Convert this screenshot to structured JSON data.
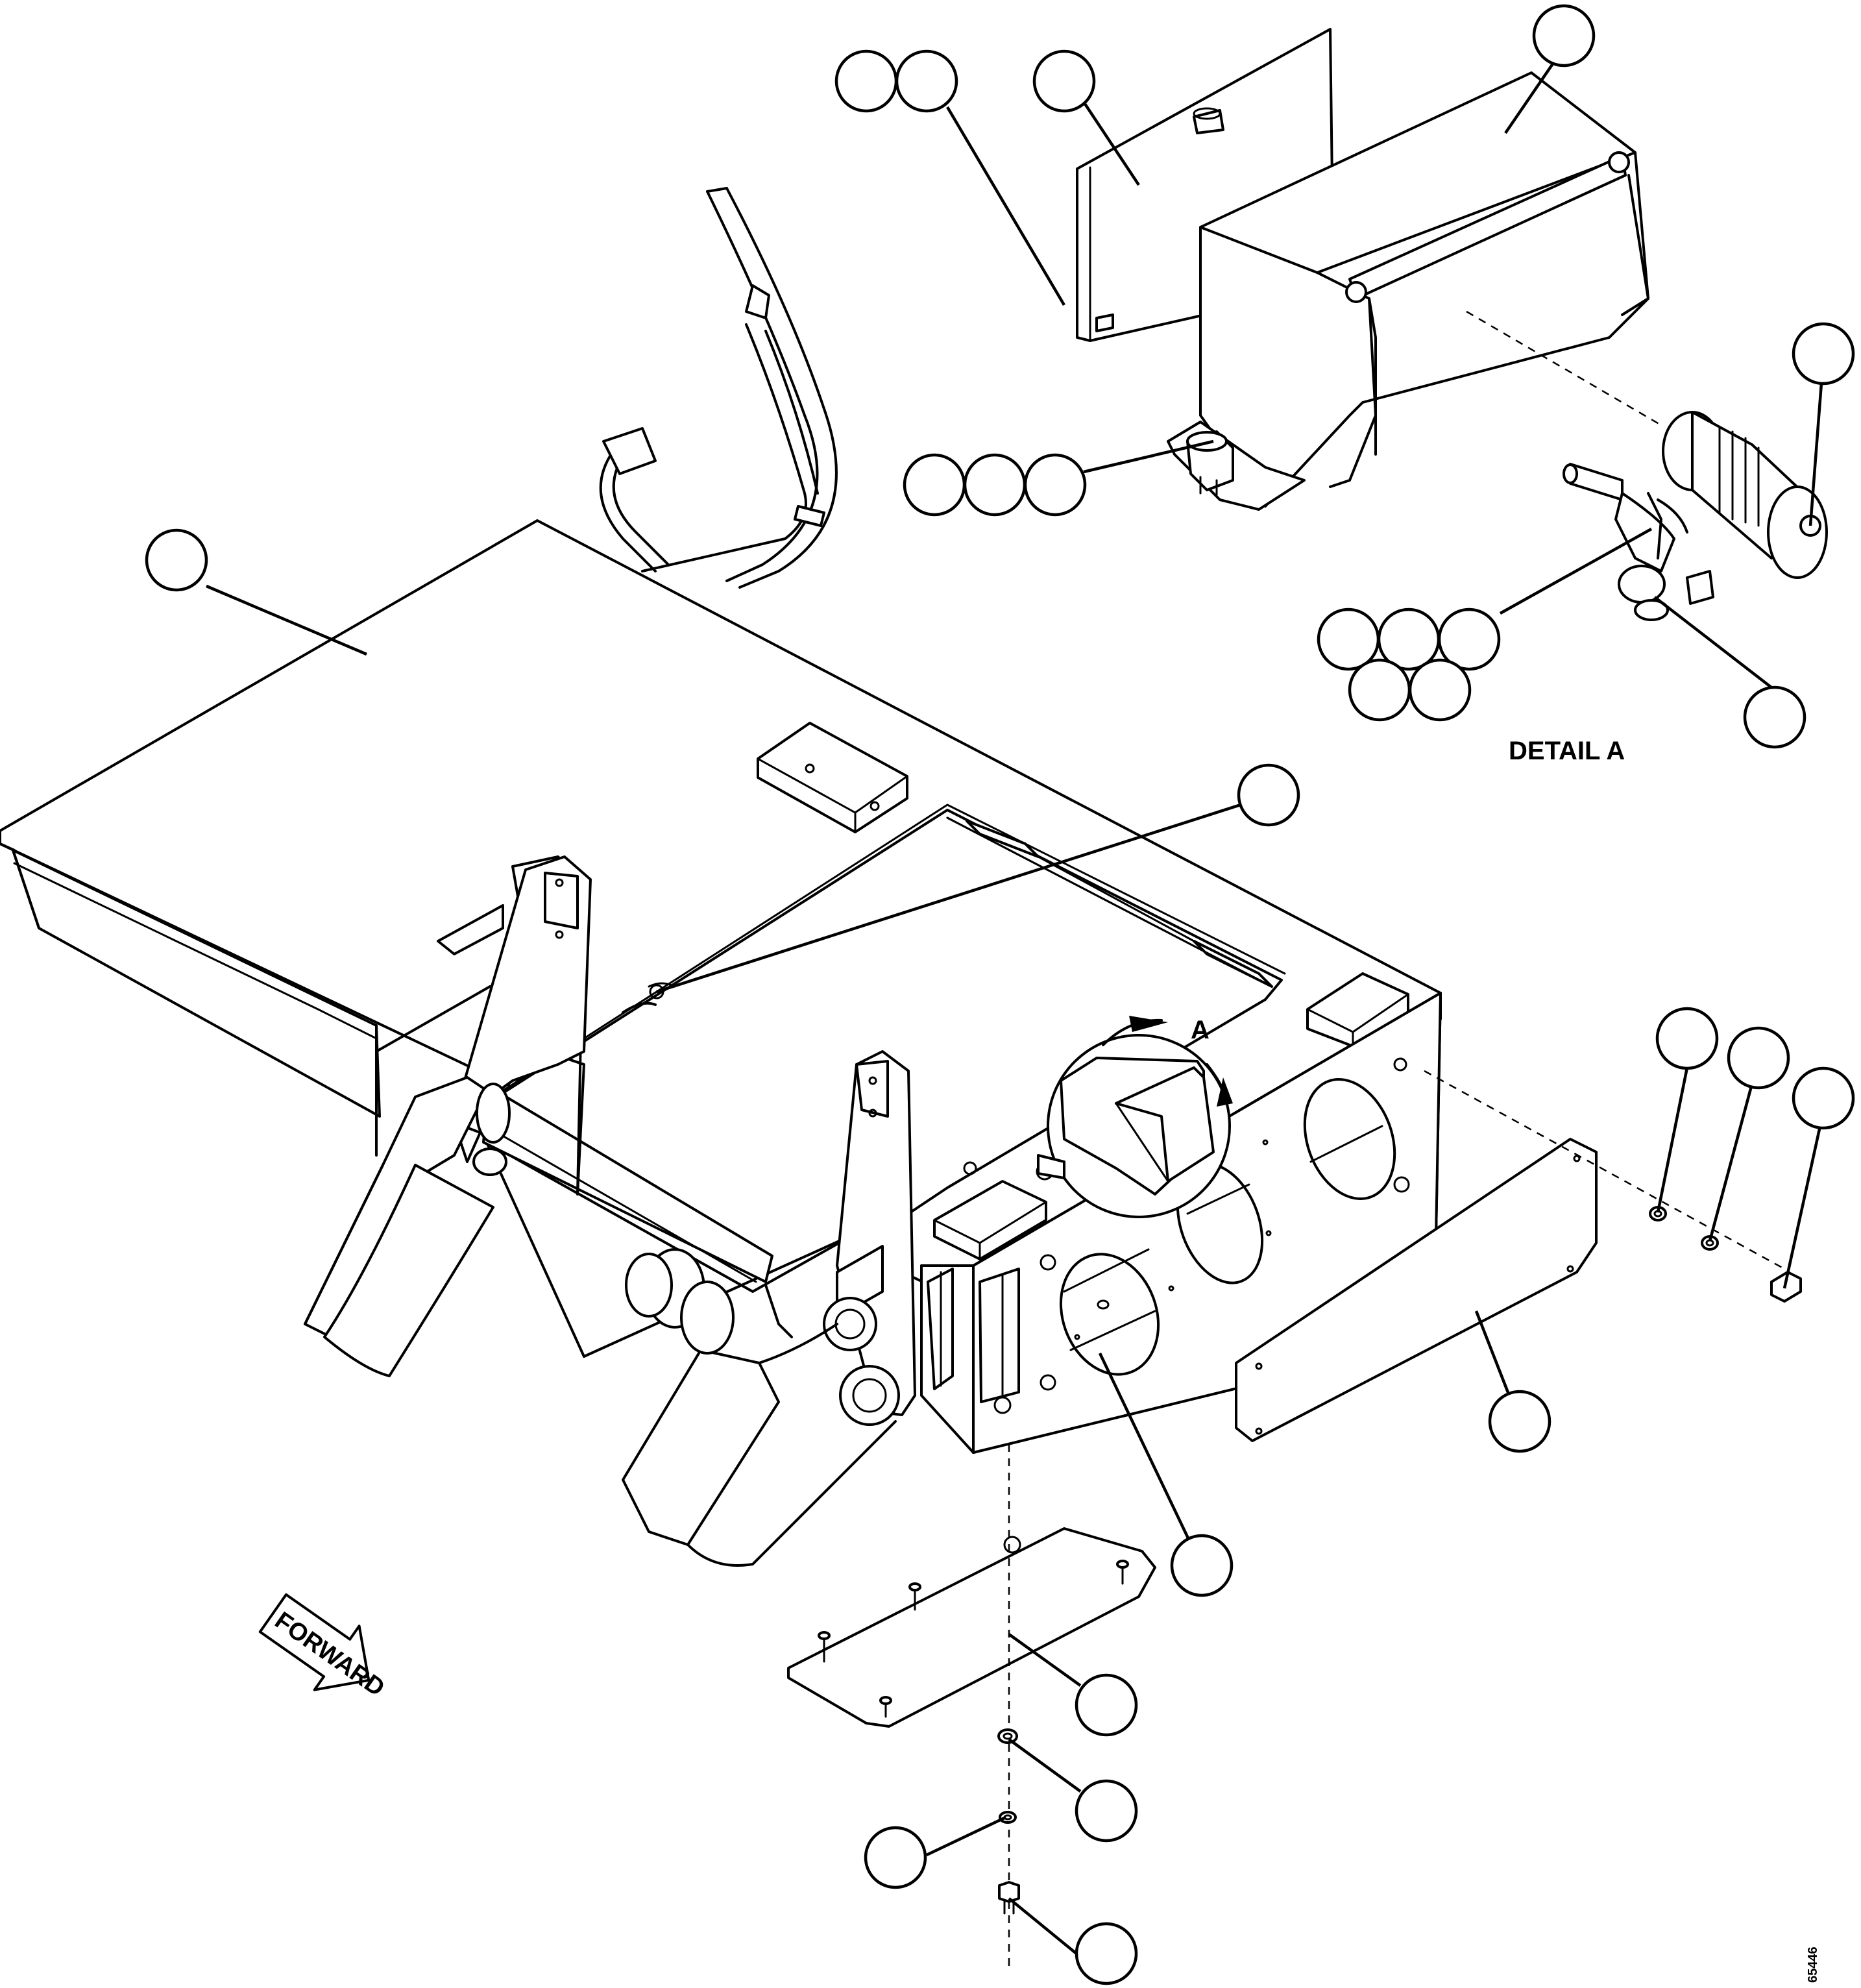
{
  "diagram": {
    "detail_label": "DETAIL A",
    "view_marker": "A",
    "direction_arrow_text": "FORWARD",
    "figure_number": "65446",
    "callouts": [
      {
        "id": "c1",
        "text": ""
      },
      {
        "id": "c2",
        "text": ""
      },
      {
        "id": "c3",
        "text": ""
      },
      {
        "id": "c4",
        "text": ""
      },
      {
        "id": "c5",
        "text": ""
      },
      {
        "id": "c6",
        "text": ""
      },
      {
        "id": "c7",
        "text": ""
      },
      {
        "id": "c8",
        "text": ""
      },
      {
        "id": "c9",
        "text": ""
      },
      {
        "id": "c10",
        "text": ""
      },
      {
        "id": "c11",
        "text": ""
      },
      {
        "id": "c12",
        "text": ""
      },
      {
        "id": "c13",
        "text": ""
      },
      {
        "id": "c14",
        "text": ""
      },
      {
        "id": "c15",
        "text": ""
      },
      {
        "id": "c16",
        "text": ""
      },
      {
        "id": "c17",
        "text": ""
      },
      {
        "id": "c18",
        "text": ""
      },
      {
        "id": "c19",
        "text": ""
      },
      {
        "id": "c20",
        "text": ""
      },
      {
        "id": "c21",
        "text": ""
      },
      {
        "id": "c22",
        "text": ""
      },
      {
        "id": "c23",
        "text": ""
      },
      {
        "id": "c24",
        "text": ""
      },
      {
        "id": "c25",
        "text": ""
      },
      {
        "id": "c26",
        "text": ""
      }
    ]
  }
}
